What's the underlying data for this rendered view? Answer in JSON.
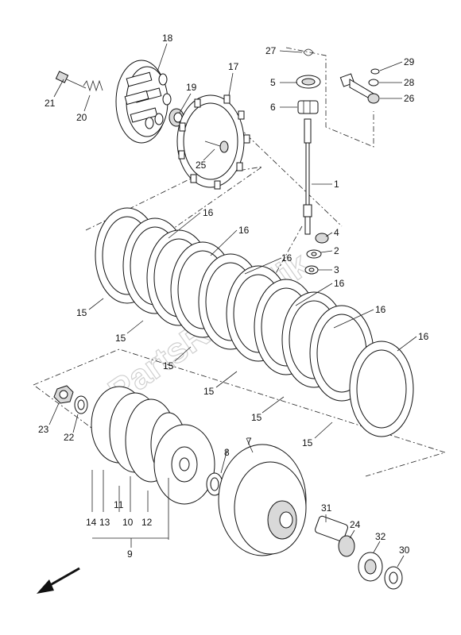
{
  "watermark": "PartsRepublik",
  "callouts": [
    {
      "id": "c18",
      "text": "18"
    },
    {
      "id": "c21",
      "text": "21"
    },
    {
      "id": "c20",
      "text": "20"
    },
    {
      "id": "c19",
      "text": "19"
    },
    {
      "id": "c17",
      "text": "17"
    },
    {
      "id": "c25",
      "text": "25"
    },
    {
      "id": "c27",
      "text": "27"
    },
    {
      "id": "c5",
      "text": "5"
    },
    {
      "id": "c6",
      "text": "6"
    },
    {
      "id": "c29",
      "text": "29"
    },
    {
      "id": "c28",
      "text": "28"
    },
    {
      "id": "c26",
      "text": "26"
    },
    {
      "id": "c1",
      "text": "1"
    },
    {
      "id": "c4",
      "text": "4"
    },
    {
      "id": "c2",
      "text": "2"
    },
    {
      "id": "c3",
      "text": "3"
    },
    {
      "id": "c16a",
      "text": "16"
    },
    {
      "id": "c16b",
      "text": "16"
    },
    {
      "id": "c16c",
      "text": "16"
    },
    {
      "id": "c16d",
      "text": "16"
    },
    {
      "id": "c16e",
      "text": "16"
    },
    {
      "id": "c16f",
      "text": "16"
    },
    {
      "id": "c15a",
      "text": "15"
    },
    {
      "id": "c15b",
      "text": "15"
    },
    {
      "id": "c15c",
      "text": "15"
    },
    {
      "id": "c15d",
      "text": "15"
    },
    {
      "id": "c15e",
      "text": "15"
    },
    {
      "id": "c15f",
      "text": "15"
    },
    {
      "id": "c23",
      "text": "23"
    },
    {
      "id": "c22",
      "text": "22"
    },
    {
      "id": "c7",
      "text": "7"
    },
    {
      "id": "c8",
      "text": "8"
    },
    {
      "id": "c14",
      "text": "14"
    },
    {
      "id": "c13",
      "text": "13"
    },
    {
      "id": "c11",
      "text": "11"
    },
    {
      "id": "c10",
      "text": "10"
    },
    {
      "id": "c12",
      "text": "12"
    },
    {
      "id": "c9",
      "text": "9"
    },
    {
      "id": "c31",
      "text": "31"
    },
    {
      "id": "c24",
      "text": "24"
    },
    {
      "id": "c32",
      "text": "32"
    },
    {
      "id": "c30",
      "text": "30"
    }
  ]
}
